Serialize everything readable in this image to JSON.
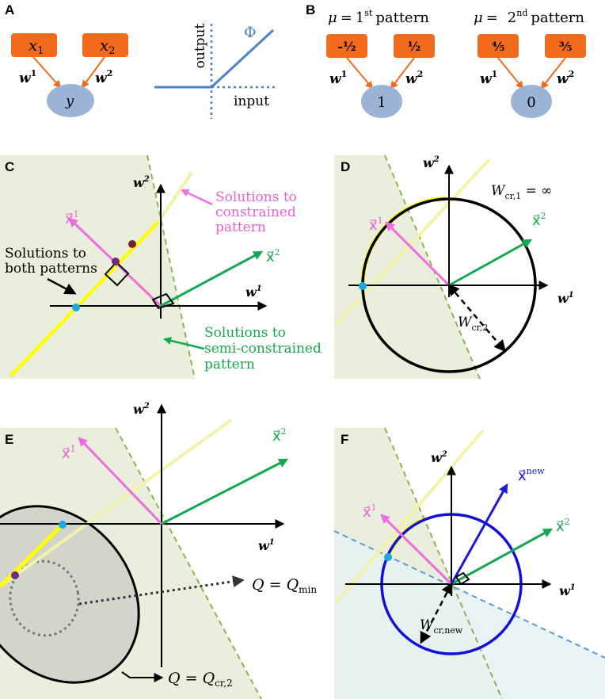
{
  "colors": {
    "node_orange": "#f26a1b",
    "node_blue": "#9ab3d7",
    "phi_blue": "#4f81c7",
    "halfspace_green": "#eaeedc",
    "halfspace_blue": "#e5f1f3",
    "disk_gray": "#d3d4cc",
    "solution_yellow": "#ffff00",
    "pale_yellow": "#f4f2a8",
    "x1_magenta": "#f06ce0",
    "x2_green": "#14a850",
    "dashed_green": "#8eb44a",
    "dashed_blue": "#5b9bd5",
    "text_magenta": "#ec5fd6",
    "text_green": "#19a84c",
    "dot_cyan": "#1ea6e0",
    "dot_purple": "#6a2d7a",
    "dot_maroon": "#7b2020",
    "circle_blue": "#1010d8",
    "xnew_blue": "#1a1adb"
  },
  "panelA": {
    "letter": "A",
    "x1": "x",
    "x1_sub": "1",
    "x2": "x",
    "x2_sub": "2",
    "w1": "w",
    "w1_sup": "1",
    "w2": "w",
    "w2_sup": "2",
    "y": "y",
    "output_label": "output",
    "input_label": "input",
    "phi": "Φ"
  },
  "panelB": {
    "letter": "B",
    "mu": "μ",
    "eq": "=",
    "p1_num": "1",
    "p1_sup": "st",
    "p1_word": "pattern",
    "p2_num": "2",
    "p2_sup": "nd",
    "p2_word": "pattern",
    "p1_in1": "-½",
    "p1_in2": "½",
    "p2_in1": "⅘",
    "p2_in2": "⅗",
    "p1_out": "1",
    "p2_out": "0",
    "w1": "w",
    "w1_sup": "1",
    "w2": "w",
    "w2_sup": "2"
  },
  "panelC": {
    "letter": "C",
    "w2": "w",
    "w2_sup": "2",
    "w1": "w",
    "w1_sup": "1",
    "x1_label": "x⃗",
    "x1_sup": "1",
    "x2_label": "x⃗",
    "x2_sup": "2",
    "constrained_l1": "Solutions to",
    "constrained_l2": "constrained",
    "constrained_l3": "pattern",
    "both_l1": "Solutions to",
    "both_l2": "both patterns",
    "semi_l1": "Solutions to",
    "semi_l2": "semi-constrained",
    "semi_l3": "pattern"
  },
  "panelD": {
    "letter": "D",
    "w2": "w",
    "w2_sup": "2",
    "w1": "w",
    "w1_sup": "1",
    "x1_label": "x⃗",
    "x1_sup": "1",
    "x2_label": "x⃗",
    "x2_sup": "2",
    "wcr1": "W",
    "wcr1_sub": "cr,1",
    "wcr1_val": " = ∞",
    "wcr2": "W",
    "wcr2_sub": "cr,2"
  },
  "panelE": {
    "letter": "E",
    "w2": "w",
    "w2_sup": "2",
    "w1": "w",
    "w1_sup": "1",
    "x1_label": "x⃗",
    "x1_sup": "1",
    "x2_label": "x⃗",
    "x2_sup": "2",
    "qmin": "Q = Q",
    "qmin_sub": "min",
    "qcr": "Q = Q",
    "qcr_sub": "cr,2"
  },
  "panelF": {
    "letter": "F",
    "w2": "w",
    "w2_sup": "2",
    "w1": "w",
    "w1_sup": "1",
    "x1_label": "x⃗",
    "x1_sup": "1",
    "x2_label": "x⃗",
    "x2_sup": "2",
    "xnew_label": "x⃗",
    "xnew_sup": "new",
    "wcr": "W",
    "wcr_sub": "cr,new"
  }
}
